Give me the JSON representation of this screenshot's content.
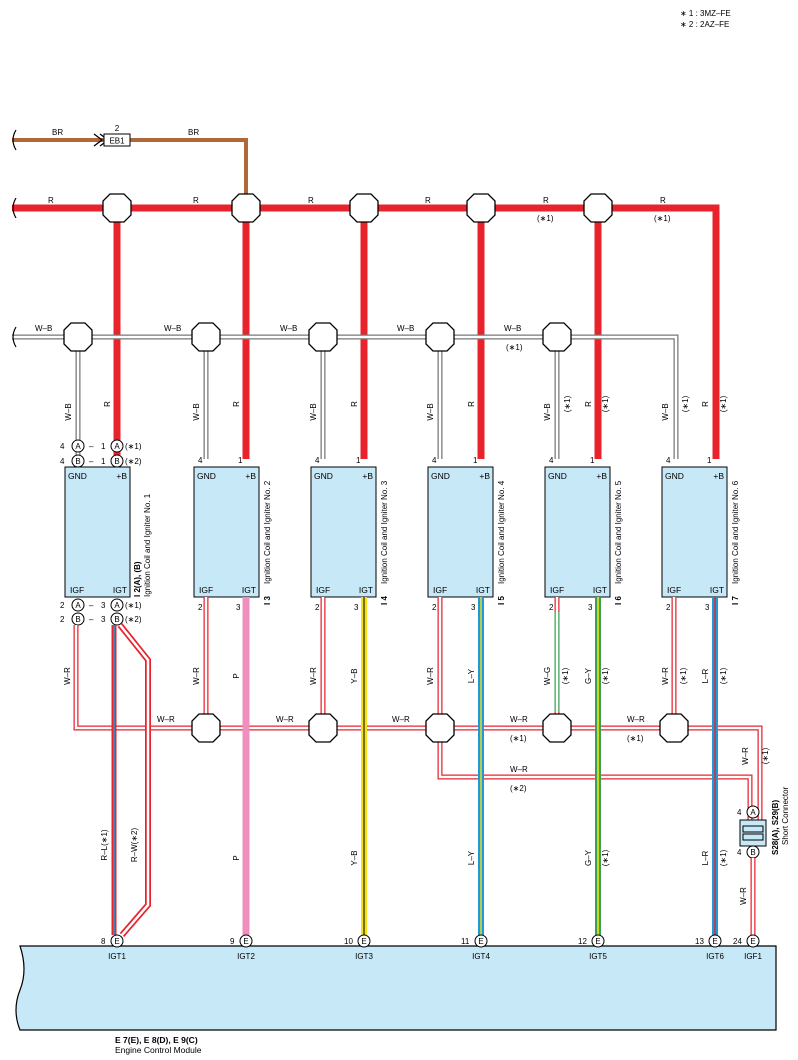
{
  "notes": {
    "n1": "∗ 1 : 3MZ–FE",
    "n2": "∗ 2 : 2AZ–FE"
  },
  "colors": {
    "BR": "#b0673a",
    "R": "#e8232c",
    "P": "#ef8fbd",
    "Y": "#f3e21a",
    "L": "#1f9ad6",
    "G": "#3aa052",
    "box": "#c7e8f7",
    "ecm": "#c7e8f7"
  },
  "top_wires": {
    "br_left": "BR",
    "eb1_pin": "2",
    "eb1": "EB1",
    "br_right": "BR",
    "r_labels": [
      "R",
      "R",
      "R",
      "R",
      "R",
      "R"
    ],
    "r5_note": "(∗1)",
    "r6_note": "(∗1)",
    "wb_labels": [
      "W–B",
      "W–B",
      "W–B",
      "W–B",
      "W–B"
    ],
    "wb5_note": "(∗1)"
  },
  "coils": [
    {
      "id": "I 2(A), (B)",
      "name": "Ignition Coil and Igniter No. 1",
      "gnd": "GND",
      "pb": "+B",
      "igf": "IGF",
      "igt": "IGT",
      "vwb": "W–B",
      "vr": "R",
      "vwr": "W–R",
      "pwr": "",
      "vwr_note": "",
      "sig": "",
      "sig_note": "",
      "sig2": "",
      "sig2_note": ""
    },
    {
      "id": "I 3",
      "name": "Ignition Coil and Igniter No. 2",
      "gnd": "GND",
      "pb": "+B",
      "igf": "IGF",
      "igt": "IGT",
      "vwb": "W–B",
      "vr": "R",
      "vwr": "W–R",
      "pin_gnd": "4",
      "pin_pb": "1",
      "pin_igf": "2",
      "pin_igt": "3",
      "sig": "P",
      "sig_note": "",
      "sig2": "P",
      "sig2_note": ""
    },
    {
      "id": "I 4",
      "name": "Ignition Coil and Igniter No. 3",
      "gnd": "GND",
      "pb": "+B",
      "igf": "IGF",
      "igt": "IGT",
      "vwb": "W–B",
      "vr": "R",
      "vwr": "W–R",
      "pin_gnd": "4",
      "pin_pb": "1",
      "pin_igf": "2",
      "pin_igt": "3",
      "sig": "Y–B",
      "sig_note": "",
      "sig2": "Y–B",
      "sig2_note": ""
    },
    {
      "id": "I 5",
      "name": "Ignition Coil and Igniter No. 4",
      "gnd": "GND",
      "pb": "+B",
      "igf": "IGF",
      "igt": "IGT",
      "vwb": "W–B",
      "vr": "R",
      "vwr": "W–R",
      "pin_gnd": "4",
      "pin_pb": "1",
      "pin_igf": "2",
      "pin_igt": "3",
      "sig": "L–Y",
      "sig_note": "",
      "sig2": "L–Y",
      "sig2_note": ""
    },
    {
      "id": "I 6",
      "name": "Ignition Coil and Igniter No. 5",
      "gnd": "GND",
      "pb": "+B",
      "igf": "IGF",
      "igt": "IGT",
      "vwb": "W–B",
      "vr": "R",
      "vwr": "W–G",
      "pin_gnd": "4",
      "pin_pb": "1",
      "pin_igf": "2",
      "pin_igt": "3",
      "sig": "G–Y",
      "sig_note": "(∗1)",
      "sig2": "G–Y",
      "sig2_note": "(∗1)",
      "note": "(∗1)"
    },
    {
      "id": "I 7",
      "name": "Ignition Coil and Igniter No. 6",
      "gnd": "GND",
      "pb": "+B",
      "igf": "IGF",
      "igt": "IGT",
      "vwb": "W–B",
      "vr": "R",
      "vwr": "W–R",
      "pin_gnd": "4",
      "pin_pb": "1",
      "pin_igf": "2",
      "pin_igt": "3",
      "sig": "L–R",
      "sig_note": "(∗1)",
      "sig2": "L–R",
      "sig2_note": "(∗1)",
      "note": "(∗1)"
    }
  ],
  "coil1_pins": {
    "g4a": "4",
    "ga": "A",
    "g1a": "1",
    "ra": "A",
    "n1": "(∗1)",
    "g4b": "4",
    "gb": "B",
    "g1b": "1",
    "rb": "B",
    "n2": "(∗2)",
    "f2a": "2",
    "fa": "A",
    "f3a": "3",
    "ta": "A",
    "n3": "(∗1)",
    "f2b": "2",
    "fb": "B",
    "f3b": "3",
    "tb": "B",
    "n4": "(∗2)",
    "rl": "R–L(∗1)",
    "rw": "R–W(∗2)"
  },
  "wr_bus": {
    "labels": [
      "W–R",
      "W–R",
      "W–R",
      "W–R",
      "W–R"
    ],
    "note4": "(∗1)",
    "note5": "(∗1)",
    "lower": "W–R",
    "lower_note": "(∗2)",
    "right": "W–R",
    "right_note": "(∗1)"
  },
  "short_connector": {
    "id": "S28(A), S29(B)",
    "name": "Short Connector",
    "pin_top": "4",
    "letter_top": "A",
    "pin_bot": "4",
    "letter_bot": "B",
    "wire": "W–R"
  },
  "ecm": {
    "id": "E 7(E), E 8(D), E 9(C)",
    "name": "Engine Control Module",
    "pins": [
      {
        "num": "8",
        "letter": "E",
        "label": "IGT1"
      },
      {
        "num": "9",
        "letter": "E",
        "label": "IGT2"
      },
      {
        "num": "10",
        "letter": "E",
        "label": "IGT3"
      },
      {
        "num": "11",
        "letter": "E",
        "label": "IGT4"
      },
      {
        "num": "12",
        "letter": "E",
        "label": "IGT5"
      },
      {
        "num": "13",
        "letter": "E",
        "label": "IGT6"
      },
      {
        "num": "24",
        "letter": "E",
        "label": "IGF1"
      }
    ]
  }
}
